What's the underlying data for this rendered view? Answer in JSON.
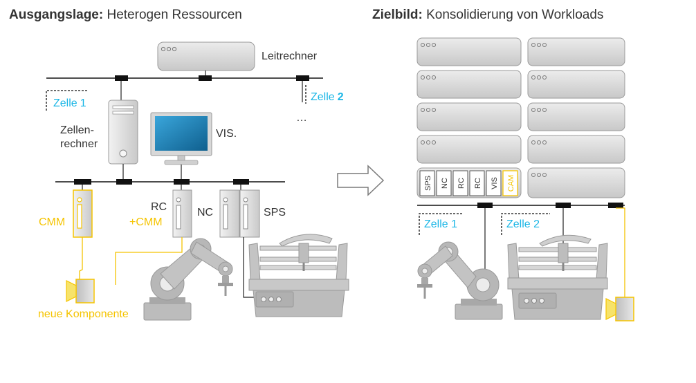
{
  "left_heading": {
    "bold": "Ausgangslage:",
    "rest": " Heterogen Ressourcen"
  },
  "right_heading": {
    "bold": "Zielbild:",
    "rest": " Konsolidierung von Workloads"
  },
  "left": {
    "leitrechner": "Leitrechner",
    "zelle1_word": "Zelle",
    "zelle1_num": "1",
    "zelle2_word": "Zelle",
    "zelle2_num": "2",
    "ellipsis": "…",
    "zellenrechner_line1": "Zellen-",
    "zellenrechner_line2": "rechner",
    "vis": "VIS.",
    "rc": "RC",
    "rc_cmm": "+CMM",
    "nc": "NC",
    "sps": "SPS",
    "cmm": "CMM",
    "neue_komponente": "neue Komponente"
  },
  "right": {
    "slots": [
      "SPS",
      "NC",
      "RC",
      "RC",
      "VIS",
      "CAM"
    ],
    "zelle1": "Zelle 1",
    "zelle2": "Zelle 2"
  },
  "colors": {
    "cyan": "#1ab6e6",
    "yellow": "#f5c400",
    "text": "#333333",
    "device_gray": "#d3d3d3",
    "monitor_blue": "#1b7fb4"
  }
}
